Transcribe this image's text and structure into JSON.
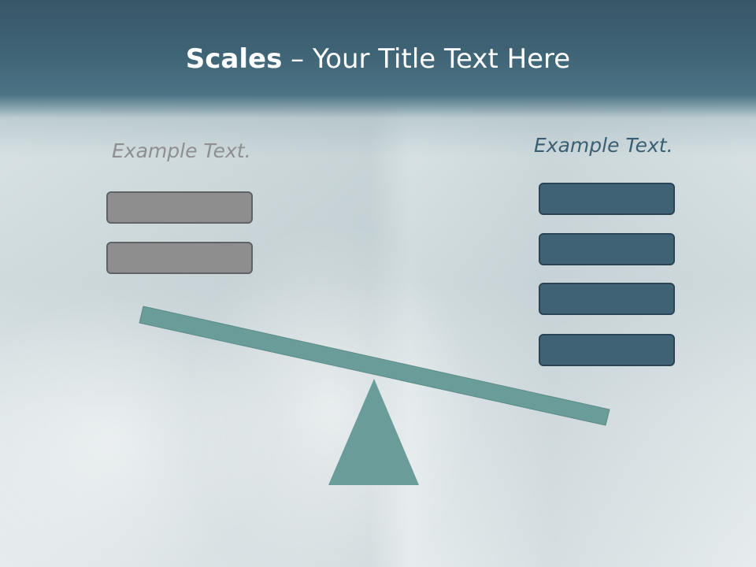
{
  "slide": {
    "title_bold": "Scales",
    "title_rest": " – Your Title Text Here"
  },
  "left_pan": {
    "label": "Example Text.",
    "item_count": 2
  },
  "right_pan": {
    "label": "Example Text.",
    "item_count": 4
  },
  "colors": {
    "header": "#3f6476",
    "beam": "#6a9c9a",
    "fulcrum": "#6a9c9a",
    "left_boxes": "#8e8e8e",
    "right_boxes": "#3f6375",
    "left_label": "#8d8f91",
    "right_label": "#3b5f72"
  }
}
